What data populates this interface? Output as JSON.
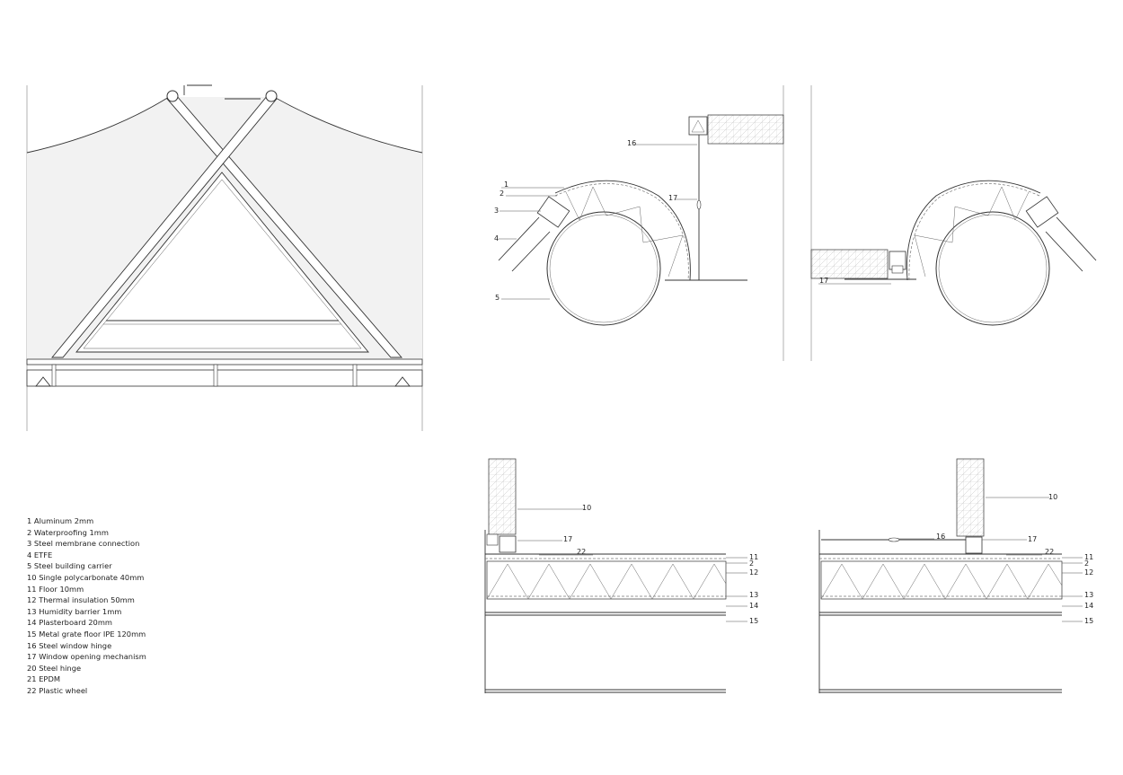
{
  "legend": [
    "1 Aluminum 2mm",
    "2 Waterproofing 1mm",
    "3 Steel membrane connection",
    "4 ETFE",
    "5 Steel building carrier",
    "10 Single polycarbonate 40mm",
    "11 Floor 10mm",
    "12 Thermal insulation 50mm",
    "13 Humidity barrier 1mm",
    "14 Plasterboard 20mm",
    "15 Metal grate floor IPE 120mm",
    "16 Steel window hinge",
    "17 Window opening mechanism",
    "20 Steel hinge",
    "21 EPDM",
    "22 Plastic wheel"
  ],
  "section_a": {
    "labels": [
      "1",
      "2",
      "3",
      "4",
      "5",
      "16",
      "17"
    ]
  },
  "section_b": {
    "labels": [
      "17"
    ]
  },
  "detail_a": {
    "labels": [
      "10",
      "17",
      "22",
      "11",
      "2",
      "12",
      "13",
      "14",
      "15"
    ]
  },
  "detail_b": {
    "labels": [
      "10",
      "16",
      "17",
      "22",
      "11",
      "2",
      "12",
      "13",
      "14",
      "15"
    ]
  }
}
